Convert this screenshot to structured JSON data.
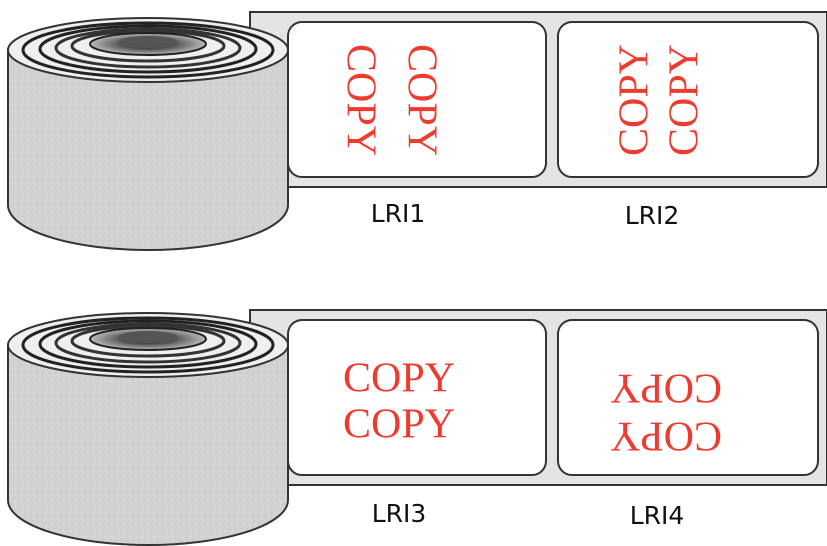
{
  "diagram": {
    "copy_word": "COPY",
    "labels": [
      "LRI1",
      "LRI2",
      "LRI3",
      "LRI4"
    ],
    "colors": {
      "text_red": "#ee3b2f",
      "strip_gray": "#e4e4e4",
      "label_white": "#ffffff",
      "outline": "#333333",
      "roll_side": "#cfcfcf"
    }
  }
}
